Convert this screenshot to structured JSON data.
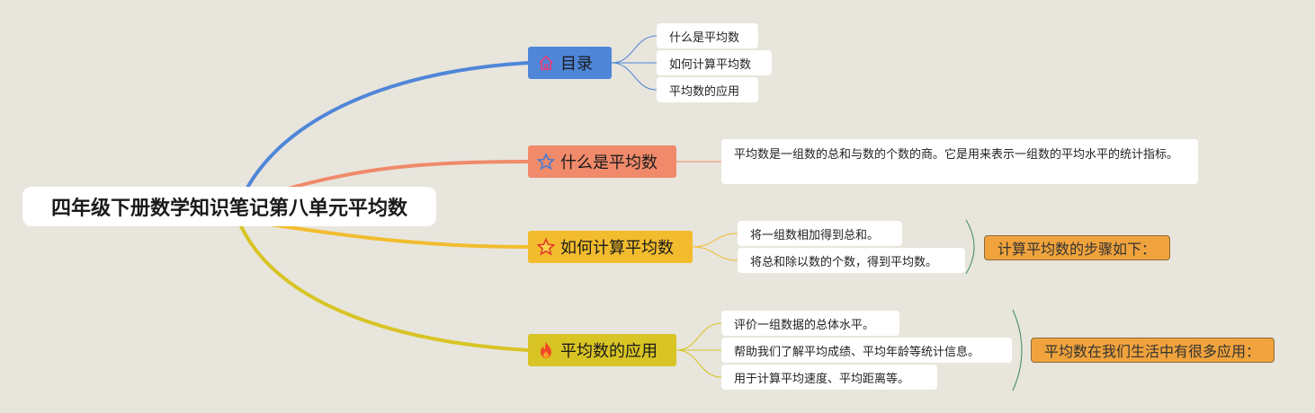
{
  "root": {
    "title": "四年级下册数学知识笔记第八单元平均数"
  },
  "branches": [
    {
      "label": "目录",
      "icon": "house-icon",
      "color": "#4f86d8",
      "children": [
        "什么是平均数",
        "如何计算平均数",
        "平均数的应用"
      ]
    },
    {
      "label": "什么是平均数",
      "icon": "star-outline-icon",
      "color": "#f08a6a",
      "children": [
        "平均数是一组数的总和与数的个数的商。它是用来表示一组数的平均水平的统计指标。"
      ]
    },
    {
      "label": "如何计算平均数",
      "icon": "star-filled-icon",
      "color": "#f2bc2e",
      "children": [
        "将一组数相加得到总和。",
        "将总和除以数的个数，得到平均数。"
      ],
      "summary": "计算平均数的步骤如下："
    },
    {
      "label": "平均数的应用",
      "icon": "fire-icon",
      "color": "#d8c424",
      "children": [
        "评价一组数据的总体水平。",
        "帮助我们了解平均成绩、平均年龄等统计信息。",
        "用于计算平均速度、平均距离等。"
      ],
      "summary": "平均数在我们生活中有很多应用："
    }
  ],
  "colors": {
    "background": "#e8e5dc",
    "summary_fill": "#f0a33c",
    "bracket": "#3a8a5a"
  }
}
